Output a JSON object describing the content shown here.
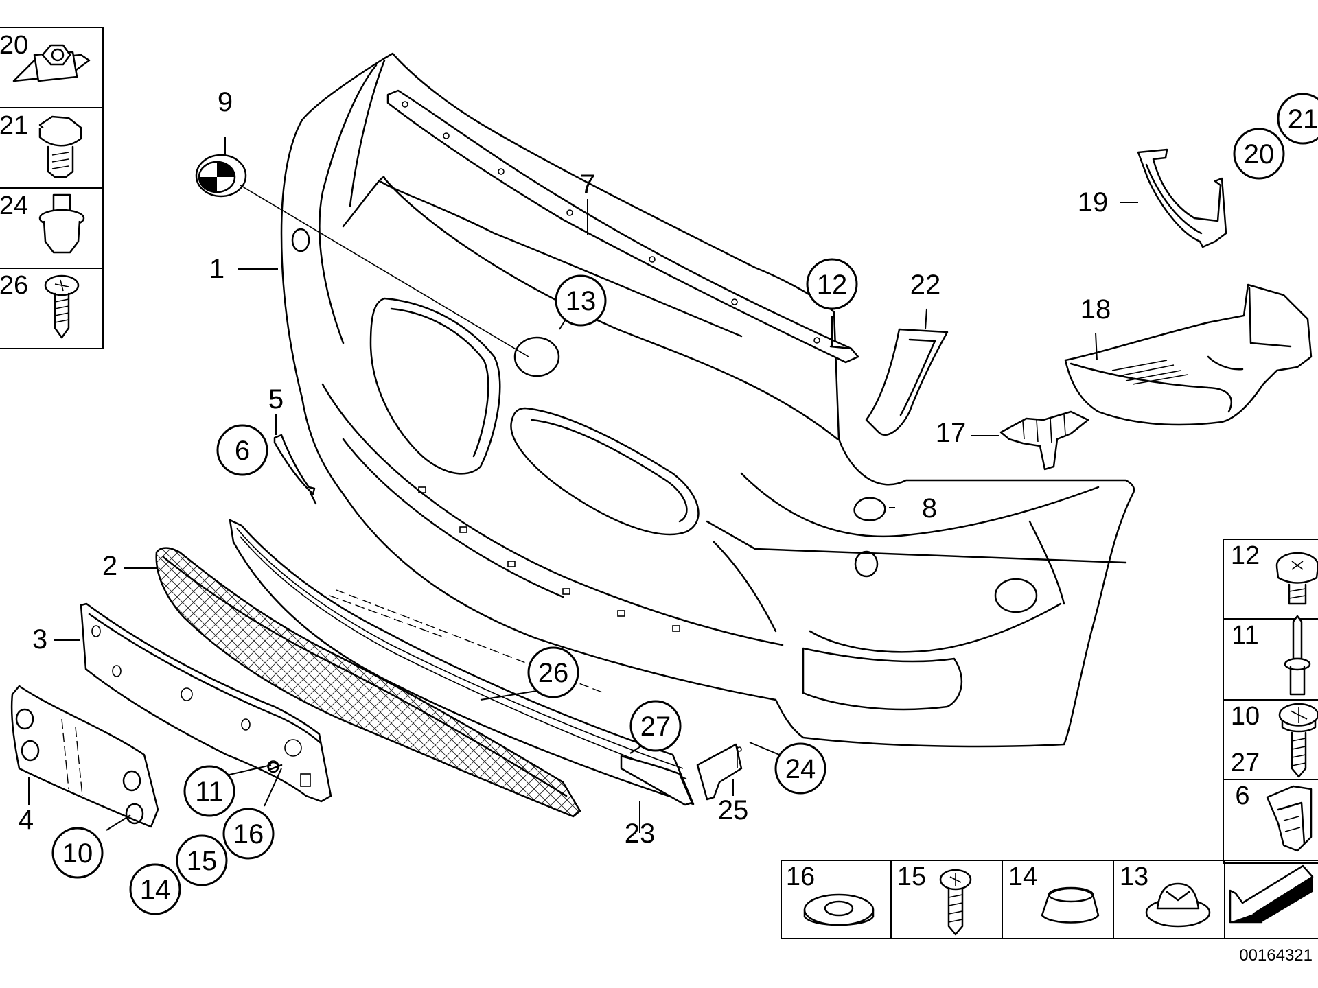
{
  "diagram": {
    "document_number": "00164321",
    "callouts": [
      {
        "id": "c1",
        "label": "1"
      },
      {
        "id": "c2",
        "label": "2"
      },
      {
        "id": "c3",
        "label": "3"
      },
      {
        "id": "c4",
        "label": "4"
      },
      {
        "id": "c5",
        "label": "5"
      },
      {
        "id": "c7",
        "label": "7"
      },
      {
        "id": "c8",
        "label": "8"
      },
      {
        "id": "c9",
        "label": "9"
      },
      {
        "id": "c17",
        "label": "17"
      },
      {
        "id": "c18",
        "label": "18"
      },
      {
        "id": "c19",
        "label": "19"
      },
      {
        "id": "c22",
        "label": "22"
      },
      {
        "id": "c23",
        "label": "23"
      },
      {
        "id": "c25",
        "label": "25"
      }
    ],
    "circled_callouts": [
      {
        "id": "cc6",
        "label": "6"
      },
      {
        "id": "cc10",
        "label": "10"
      },
      {
        "id": "cc11",
        "label": "11"
      },
      {
        "id": "cc12",
        "label": "12"
      },
      {
        "id": "cc13",
        "label": "13"
      },
      {
        "id": "cc14",
        "label": "14"
      },
      {
        "id": "cc15",
        "label": "15"
      },
      {
        "id": "cc16",
        "label": "16"
      },
      {
        "id": "cc20",
        "label": "20"
      },
      {
        "id": "cc21",
        "label": "21"
      },
      {
        "id": "cc24",
        "label": "24"
      },
      {
        "id": "cc26",
        "label": "26"
      },
      {
        "id": "cc27",
        "label": "27"
      }
    ],
    "left_table": [
      {
        "id": "lt20",
        "label": "20",
        "icon": "clip-nut-icon"
      },
      {
        "id": "lt21",
        "label": "21",
        "icon": "hex-bolt-icon"
      },
      {
        "id": "lt24",
        "label": "24",
        "icon": "expansion-rivet-icon"
      },
      {
        "id": "lt26",
        "label": "26",
        "icon": "screw-icon"
      }
    ],
    "right_table": [
      {
        "id": "rt12",
        "label": "12",
        "icon": "torx-bolt-icon"
      },
      {
        "id": "rt11",
        "label": "11",
        "icon": "pin-rivet-icon"
      },
      {
        "id": "rt10",
        "label": "10",
        "icon": "phillips-screw-icon"
      },
      {
        "id": "rt27",
        "label": "27",
        "icon": "phillips-screw-icon"
      },
      {
        "id": "rt6",
        "label": "6",
        "icon": "spring-clip-icon"
      }
    ],
    "bottom_table": [
      {
        "id": "bt16",
        "label": "16",
        "icon": "washer-icon"
      },
      {
        "id": "bt15",
        "label": "15",
        "icon": "screw-icon"
      },
      {
        "id": "bt14",
        "label": "14",
        "icon": "grommet-icon"
      },
      {
        "id": "bt13",
        "label": "13",
        "icon": "cap-icon"
      }
    ],
    "direction_icon": "front-direction-arrow-icon"
  }
}
